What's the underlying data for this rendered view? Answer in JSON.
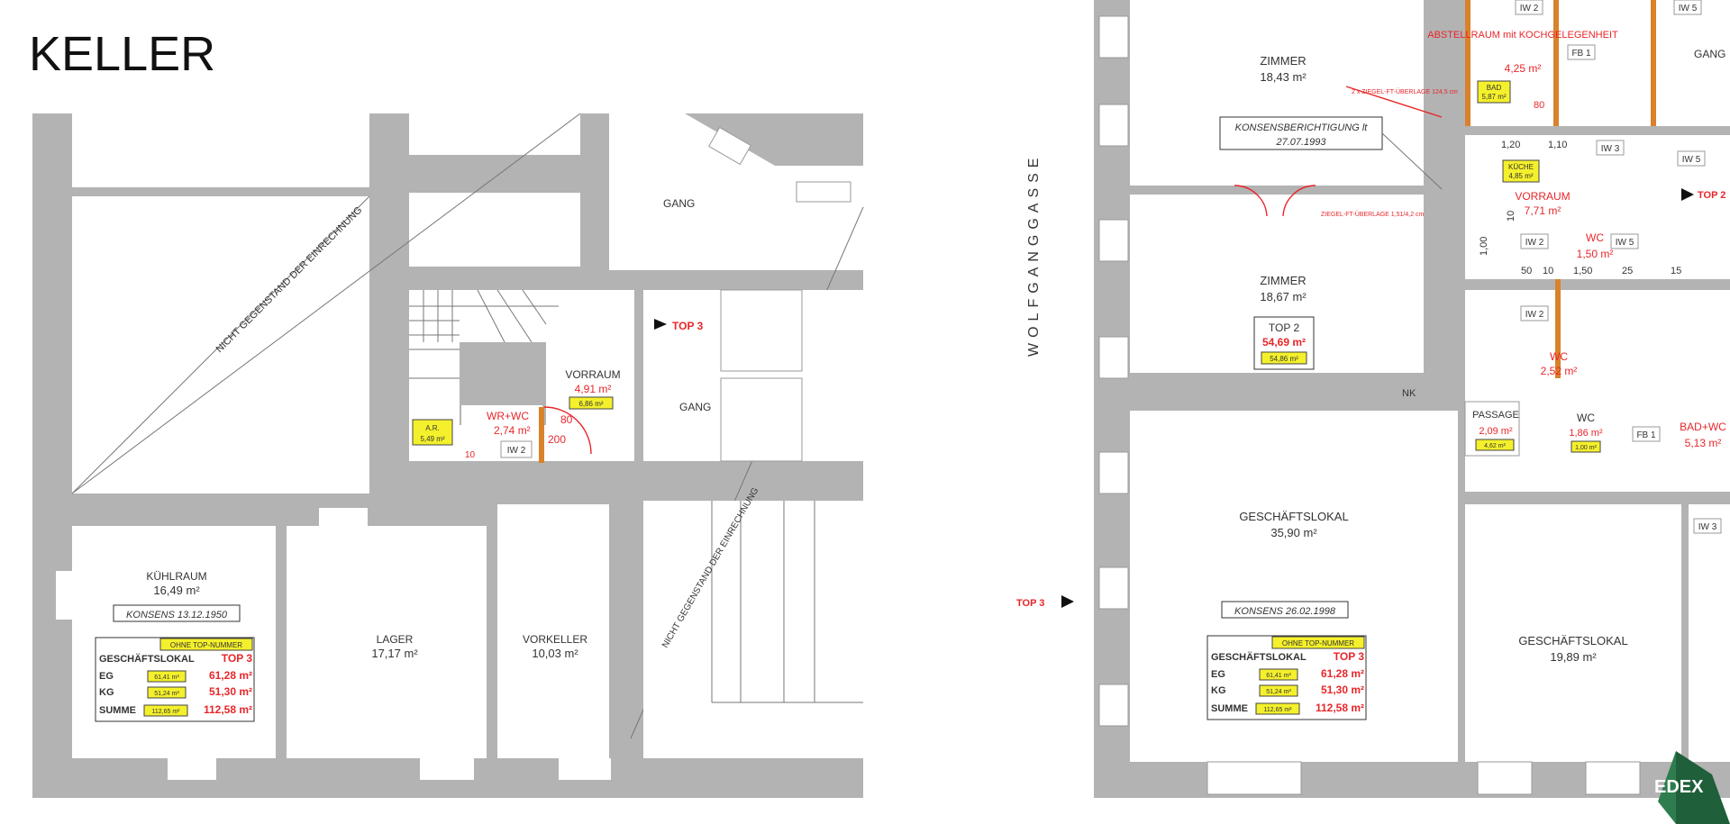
{
  "title": "KELLER",
  "street": "WOLFGANGGASSE",
  "logo": "EDEX",
  "keller": {
    "rooms": [
      {
        "name": "GANG",
        "area": ""
      },
      {
        "name": "VORRAUM",
        "area": "4,91 m²",
        "area2": "6,86 m²"
      },
      {
        "name": "GANG",
        "area": ""
      },
      {
        "name": "A.R.",
        "area": "5,49 m²"
      },
      {
        "name": "WR+WC",
        "area": "2,74 m²"
      },
      {
        "name": "KÜHLRAUM",
        "area": "16,49 m²"
      },
      {
        "name": "LAGER",
        "area": "17,17 m²"
      },
      {
        "name": "VORKELLER",
        "area": "10,03 m²"
      }
    ],
    "konsens": "KONSENS 13.12.1950",
    "not_subject": "NICHT GEGENSTAND DER EINRECHNUNG",
    "not_subject2": "NICHT GEGENSTAND DER EINRECHNUNG",
    "top_marker": "TOP 3",
    "iw": "IW 2",
    "dims": [
      "80",
      "200",
      "10"
    ]
  },
  "summary_table": {
    "header_note": "OHNE TOP-NUMMER",
    "title": "GESCHÄFTSLOKAL",
    "top": "TOP 3",
    "rows": [
      {
        "label": "EG",
        "small": "61,41 m²",
        "value": "61,28 m²"
      },
      {
        "label": "KG",
        "small": "51,24 m²",
        "value": "51,30 m²"
      },
      {
        "label": "SUMME",
        "small": "112,65 m²",
        "value": "112,58 m²"
      }
    ]
  },
  "erdgeschoss": {
    "rooms": [
      {
        "name": "ZIMMER",
        "area": "18,43 m²"
      },
      {
        "name": "ZIMMER",
        "area": "18,67 m²"
      },
      {
        "name": "GESCHÄFTSLOKAL",
        "area": "35,90 m²"
      },
      {
        "name": "GESCHÄFTSLOKAL",
        "area": "19,89 m²"
      },
      {
        "name": "ABSTELLRAUM mit KOCHGELEGENHEIT",
        "area": "4,25 m²"
      },
      {
        "name": "BAD",
        "area": "5,87 m²"
      },
      {
        "name": "KÜCHE",
        "area": "4,85 m²"
      },
      {
        "name": "VORRAUM",
        "area": "7,71 m²"
      },
      {
        "name": "WC",
        "area": "1,50 m²"
      },
      {
        "name": "WC",
        "area": "2,52 m²"
      },
      {
        "name": "PASSAGE",
        "area": "2,09 m²",
        "area2": "4,62 m²"
      },
      {
        "name": "WC",
        "area": "1,86 m²",
        "area2": "1,00 m²"
      },
      {
        "name": "BAD+WC",
        "area": "5,13 m²"
      },
      {
        "name": "GANG",
        "area": ""
      }
    ],
    "top2": {
      "label": "TOP 2",
      "value": "54,69 m²",
      "small": "54,86 m²"
    },
    "konsens_berichtigung": "KONSENSBERICHTIGUNG lt",
    "konsens_berichtigung_date": "27.07.1993",
    "konsens": "KONSENS 26.02.1998",
    "top3_marker": "TOP 3",
    "top2_marker": "TOP 2",
    "ziegel_notes": [
      "2 x ZIEGEL-FT-ÜBERLAGE 124,5 cm",
      "ZIEGEL-FT-ÜBERLAGE 1,51/4,2 cm"
    ],
    "iw_labels": [
      "IW 2",
      "IW 5",
      "IW 3",
      "IW 5",
      "IW 2",
      "IW 5",
      "IW 2",
      "IW 3"
    ],
    "fb": [
      "FB 1",
      "FB 1"
    ],
    "dims": [
      "1,20",
      "1,10",
      "1,00",
      "50",
      "10",
      "1,50",
      "25",
      "15",
      "10",
      "80",
      "NK"
    ]
  }
}
